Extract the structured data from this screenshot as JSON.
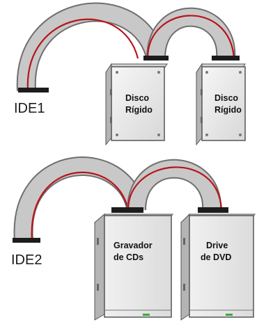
{
  "colors": {
    "cable": "#c8c8c8",
    "cable_edge": "#6e6e6e",
    "cable_red": "#b8141a",
    "connector": "#1c1c1c",
    "drive_face": "#e8e8e8",
    "drive_side": "#b4b4b4",
    "drive_top": "#d4d4d4",
    "optical_led": "#3aaa3a"
  },
  "groups": [
    {
      "port": "IDE1",
      "devices": [
        {
          "line1": "Disco",
          "line2": "Rígido"
        },
        {
          "line1": "Disco",
          "line2": "Rígido"
        }
      ]
    },
    {
      "port": "IDE2",
      "devices": [
        {
          "line1": "Gravador",
          "line2": "de CDs"
        },
        {
          "line1": "Drive",
          "line2": "de DVD"
        }
      ]
    }
  ]
}
